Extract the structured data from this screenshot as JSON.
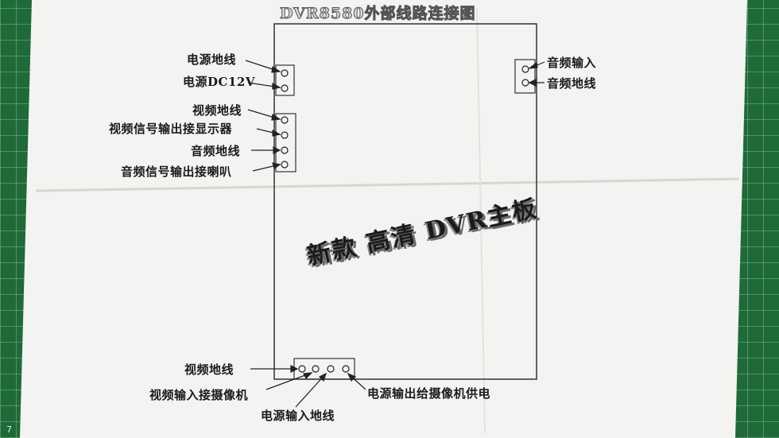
{
  "title": "DVR8580外部线路连接图",
  "board_stamp": [
    "新款",
    "高清",
    "DVR主板"
  ],
  "left_top_group": [
    "电源地线",
    "电源DC12V"
  ],
  "left_mid_group": [
    "视频地线",
    "视频信号输出接显示器",
    "音频地线",
    "音频信号输出接喇叭"
  ],
  "right_group": [
    "音频输入",
    "音频地线"
  ],
  "bottom_group": {
    "left_label": "视频地线",
    "camera_input": "视频输入接摄像机",
    "power_ground": "电源输入地线",
    "power_out": "电源输出给摄像机供电"
  },
  "mat_number": "7"
}
